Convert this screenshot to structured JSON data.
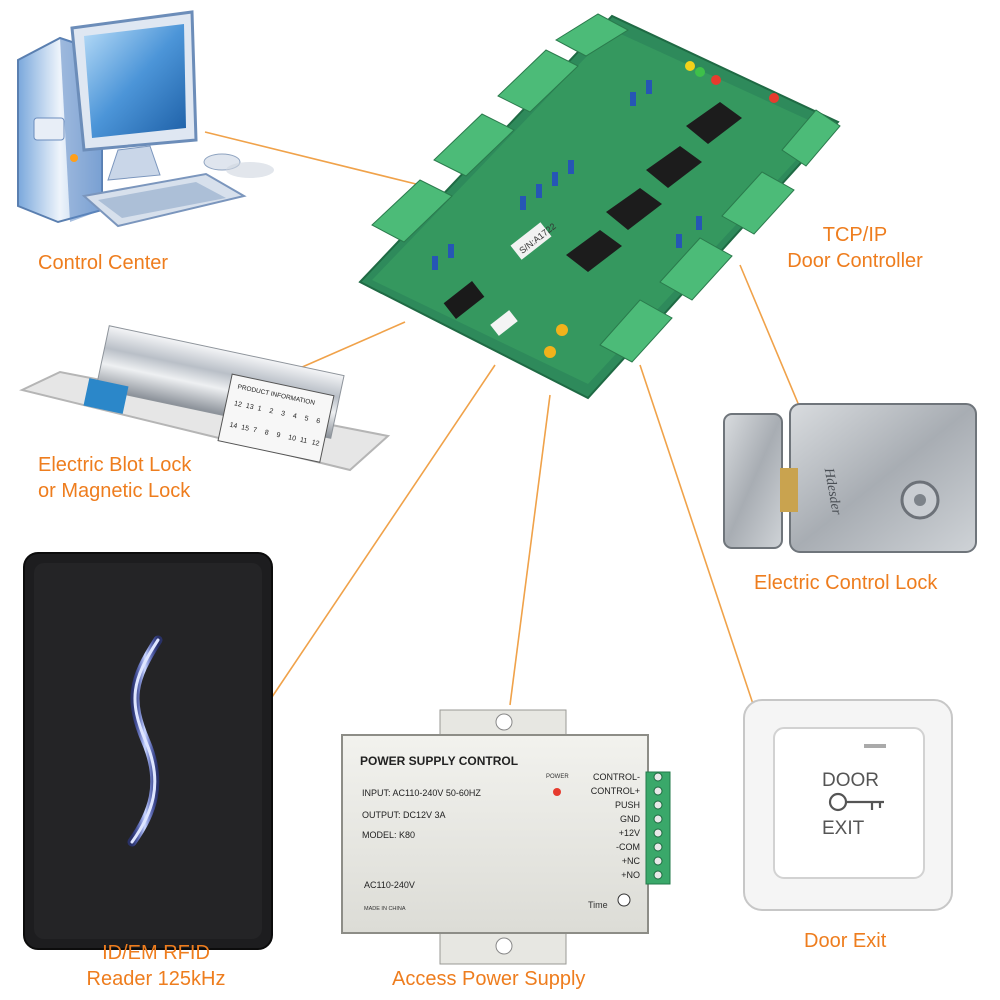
{
  "labels": {
    "control_center": "Control Center",
    "door_controller_line1": "TCP/IP",
    "door_controller_line2": "Door Controller",
    "bolt_lock_line1": "Electric Blot Lock",
    "bolt_lock_line2": "or Magnetic Lock",
    "control_lock": "Electric Control Lock",
    "rfid_line1": "ID/EM RFID",
    "rfid_line2": "Reader 125kHz",
    "power_supply": "Access Power Supply",
    "door_exit": "Door Exit"
  },
  "bolt_lock_plate": {
    "title": "PRODUCT INFORMATION",
    "row1": [
      "12",
      "13",
      "1",
      "2",
      "3",
      "4",
      "5",
      "6"
    ],
    "row2": [
      "14",
      "15",
      "7",
      "8",
      "9",
      "10",
      "11",
      "12"
    ]
  },
  "controller_board": {
    "serial": "S/N:A1722"
  },
  "lock_brand": "Hdesder",
  "power_supply_box": {
    "title": "POWER SUPPLY CONTROL",
    "input": "INPUT: AC110-240V  50-60HZ",
    "output": "OUTPUT: DC12V  3A",
    "model": "MODEL: K80",
    "ac": "AC110-240V",
    "made_in": "MADE IN CHINA",
    "power_led": "POWER",
    "terminals": [
      "CONTROL-",
      "CONTROL+",
      "PUSH",
      "GND",
      "+12V",
      "-COM",
      "+NC",
      "+NO"
    ],
    "time_label": "Time"
  },
  "exit_button": {
    "line1": "DOOR",
    "line2": "EXIT"
  },
  "colors": {
    "label": "#ee7d1e",
    "connector": "#f0a24a",
    "board": "#2f8a5c",
    "terminal": "#3aa86a",
    "reader_led": "#6f8cff"
  }
}
